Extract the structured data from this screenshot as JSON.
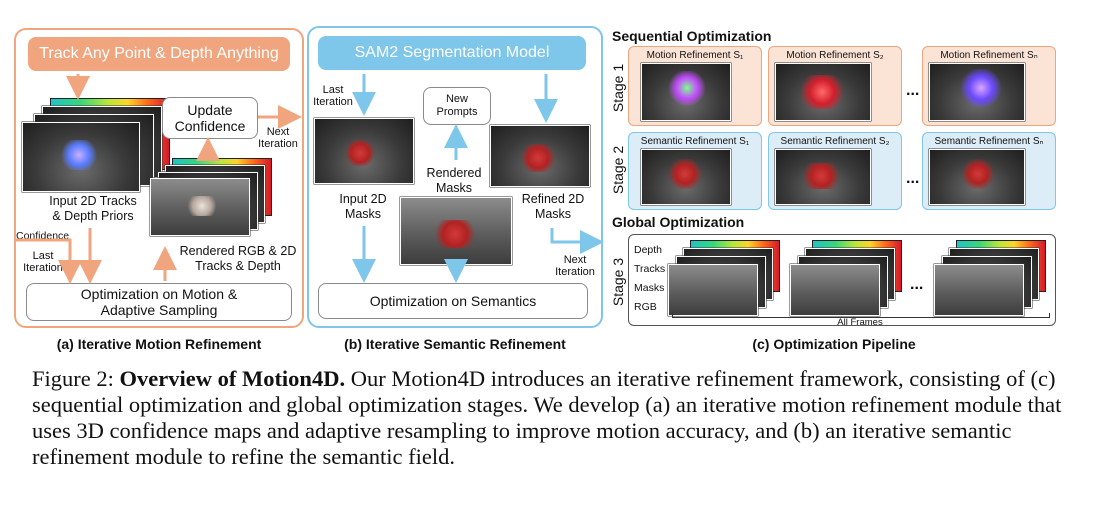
{
  "panel_a": {
    "header": "Track Any Point & Depth Anything",
    "update_box": "Update\nConfidence",
    "next_iteration": "Next\nIteration",
    "input_label": "Input 2D Tracks\n& Depth Priors",
    "confidence": "Confidence",
    "last_iteration": "Last\nIteration",
    "rendered_label": "Rendered RGB & 2D\nTracks & Depth",
    "opt_box": "Optimization on Motion &\nAdaptive Sampling",
    "caption": "(a) Iterative Motion Refinement"
  },
  "panel_b": {
    "header": "SAM2 Segmentation Model",
    "last_iteration": "Last\nIteration",
    "new_prompts": "New\nPrompts",
    "input_masks": "Input 2D\nMasks",
    "rendered_masks": "Rendered\nMasks",
    "refined_masks": "Refined 2D\nMasks",
    "next_iteration": "Next\nIteration",
    "opt_box": "Optimization on Semantics",
    "caption": "(b) Iterative Semantic Refinement"
  },
  "panel_c": {
    "seq_title": "Sequential Optimization",
    "stage1": "Stage 1",
    "stage2": "Stage 2",
    "stage3": "Stage 3",
    "motion": [
      "Motion Refinement S₁",
      "Motion Refinement S₂",
      "Motion Refinement Sₙ"
    ],
    "semantic": [
      "Semantic Refinement S₁",
      "Semantic Refinement S₂",
      "Semantic Refinement Sₙ"
    ],
    "ellipsis": "...",
    "global_title": "Global Optimization",
    "layers": [
      "Depth",
      "Tracks",
      "Masks",
      "RGB"
    ],
    "all_frames": "All Frames",
    "caption": "(c) Optimization Pipeline"
  },
  "caption": {
    "prefix": "Figure 2: ",
    "bold": "Overview of Motion4D.",
    "text": " Our Motion4D introduces an iterative refinement framework, consisting of (c) sequential optimization and global optimization stages. We develop (a) an iterative motion refinement module that uses 3D confidence maps and adaptive resampling to improve motion accuracy, and (b) an iterative semantic refinement module to refine the semantic field."
  },
  "colors": {
    "orange": "#f0a57e",
    "orange_fill": "#fbe3d6",
    "blue": "#7ec6ea",
    "blue_fill": "#dcedf7",
    "arrow_orange": "#f0a57e",
    "arrow_blue": "#7ec6ea",
    "red_mask": "#c0272d"
  }
}
